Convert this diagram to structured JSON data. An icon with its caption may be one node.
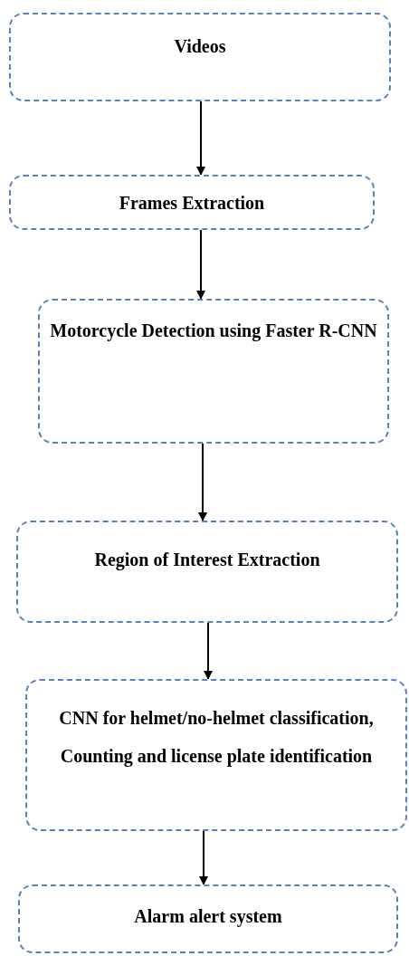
{
  "diagram": {
    "nodes": [
      {
        "text": [
          "Videos"
        ]
      },
      {
        "text": [
          "Frames Extraction"
        ]
      },
      {
        "text": [
          "Motorcycle Detection using Faster R-CNN"
        ]
      },
      {
        "text": [
          "Region of Interest Extraction"
        ]
      },
      {
        "text": [
          "CNN for helmet/no-helmet classification, Counting and license plate identification"
        ]
      },
      {
        "text": [
          "Alarm alert system"
        ]
      }
    ],
    "edges": [
      {
        "from": 0,
        "to": 1,
        "arrow": "to"
      },
      {
        "from": 1,
        "to": 2,
        "arrow": "to"
      },
      {
        "from": 2,
        "to": 3,
        "arrow": "to"
      },
      {
        "from": 3,
        "to": 4,
        "arrow": "to"
      },
      {
        "from": 4,
        "to": 5,
        "arrow": "to"
      }
    ]
  }
}
